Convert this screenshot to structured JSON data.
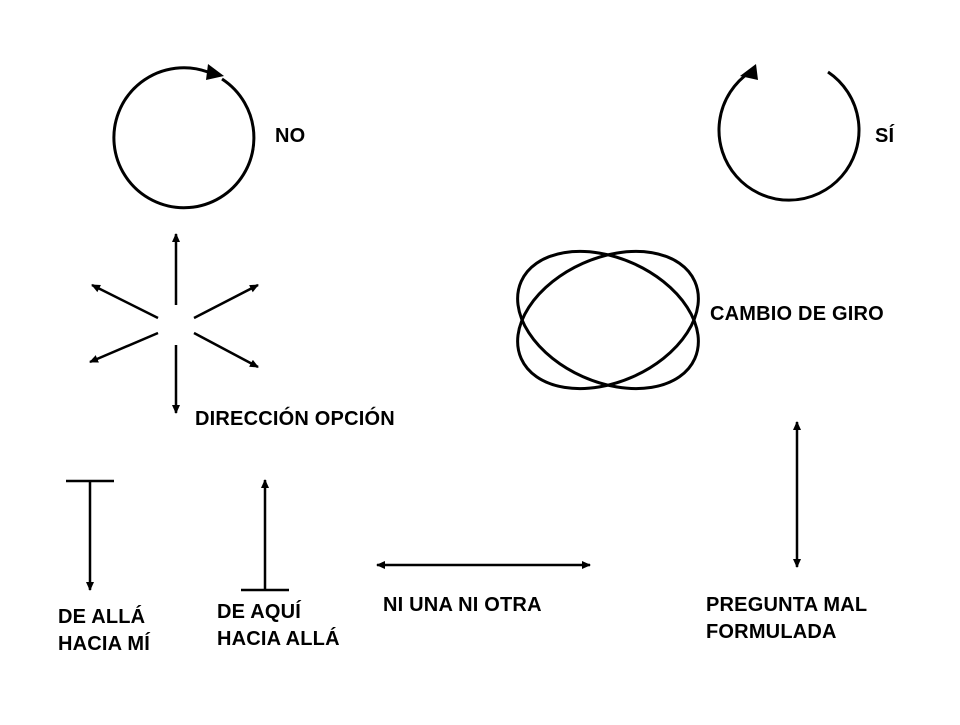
{
  "labels": {
    "no": "NO",
    "si": "SÍ",
    "cambio_giro": "CAMBIO DE GIRO",
    "direccion_opcion": "DIRECCIÓN OPCIÓN",
    "de_alla_line1": "DE ALLÁ",
    "de_alla_line2": "HACIA MÍ",
    "de_aqui_line1": "DE AQUÍ",
    "de_aqui_line2": "HACIA ALLÁ",
    "ni_una": "NI UNA NI OTRA",
    "pregunta_line1": "PREGUNTA MAL",
    "pregunta_line2": "FORMULADA"
  },
  "colors": {
    "ink": "#000000",
    "background": "#ffffff"
  }
}
